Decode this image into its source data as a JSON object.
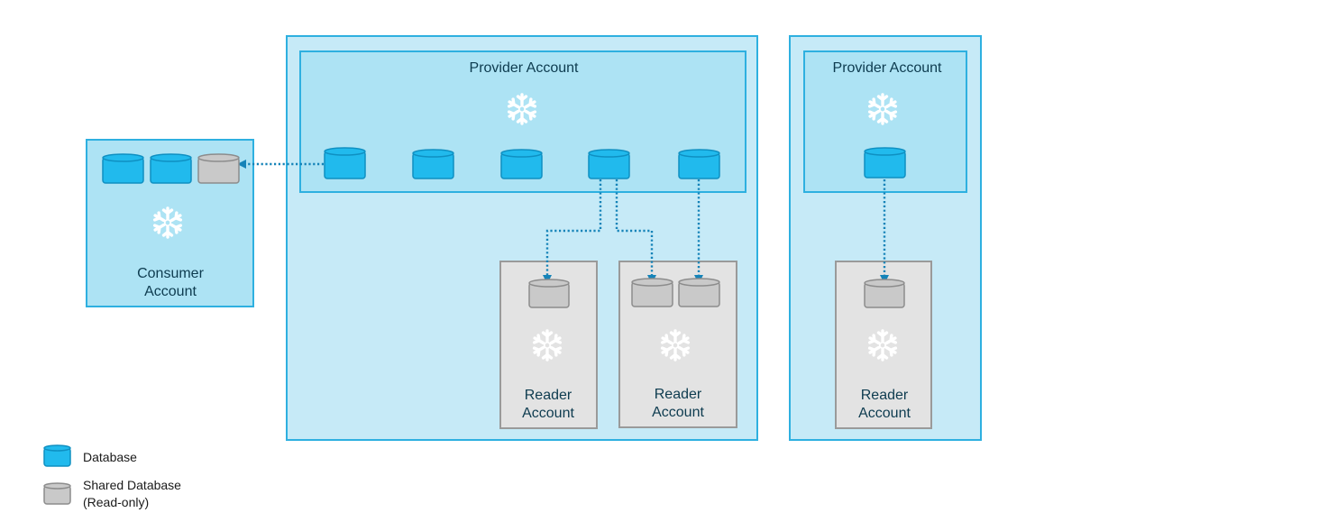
{
  "labels": {
    "provider_account_1": "Provider Account",
    "provider_account_2": "Provider Account",
    "consumer_account_line1": "Consumer",
    "consumer_account_line2": "Account",
    "reader_line1": "Reader",
    "reader_line2": "Account"
  },
  "legend": {
    "database": "Database",
    "shared_line1": "Shared Database",
    "shared_line2": "(Read-only)"
  },
  "icons": {
    "account_logo": "snowflake-icon",
    "database": "database-icon",
    "shared_database": "shared-database-icon"
  },
  "colors": {
    "outer_fill": "#c6eaf7",
    "outer_stroke": "#2eb0e0",
    "provider_fill": "#ade3f4",
    "database_blue": "#21baed",
    "database_stroke": "#0f90c2",
    "shared_gray": "#c9c9c9",
    "shared_stroke": "#8c8c8c",
    "reader_fill": "#e3e3e3",
    "reader_stroke": "#9a9a9a",
    "arrow": "#1583b8"
  }
}
